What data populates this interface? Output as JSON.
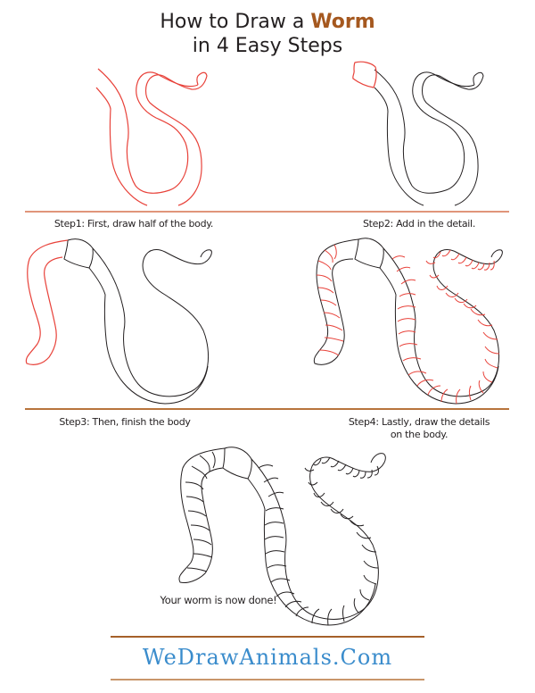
{
  "header": {
    "title_prefix": "How to Draw a ",
    "title_accent": "Worm",
    "subtitle": "in 4 Easy Steps"
  },
  "steps": [
    {
      "number": 1,
      "caption": "Step1: First, draw half of the body."
    },
    {
      "number": 2,
      "caption": "Step2: Add in the detail."
    },
    {
      "number": 3,
      "caption": "Step3: Then, finish the body"
    },
    {
      "number": 4,
      "caption_line1": "Step4: Lastly, draw the details",
      "caption_line2": "on the body."
    }
  ],
  "final": {
    "caption": "Your worm is now done!"
  },
  "footer": {
    "logo_text": "WeDrawAnimals.Com"
  },
  "colors": {
    "title_text": "#231f20",
    "title_accent": "#a5581f",
    "step_line_red": "#e8423a",
    "outline_black": "#231f20",
    "divider_top": "#e0957a",
    "divider_mid": "#b8743c",
    "footer_line_top": "#a5602a",
    "footer_line_bottom": "#c9966a",
    "logo_blue": "#3a8ccc"
  }
}
